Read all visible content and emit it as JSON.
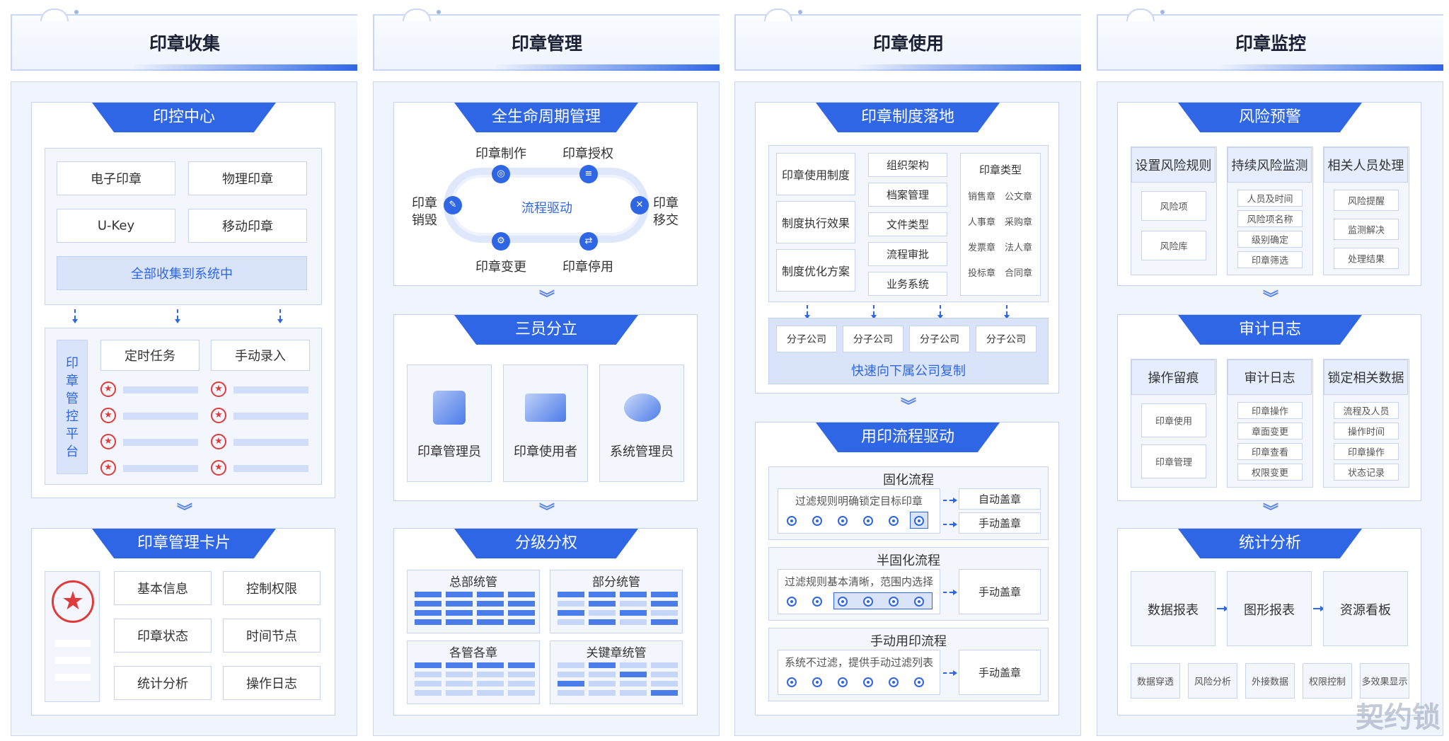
{
  "columns": [
    {
      "title": "印章收集"
    },
    {
      "title": "印章管理"
    },
    {
      "title": "印章使用"
    },
    {
      "title": "印章监控"
    }
  ],
  "c1": {
    "tab1": "印控中心",
    "seals": [
      "电子印章",
      "物理印章",
      "U-Key",
      "移动印章"
    ],
    "collect": "全部收集到系统中",
    "platform": "印章管控平台",
    "platform_chars": [
      "印",
      "章",
      "管",
      "控",
      "平",
      "台"
    ],
    "task_a": "定时任务",
    "task_b": "手动录入",
    "tab2": "印章管理卡片",
    "card_items": [
      "基本信息",
      "控制权限",
      "印章状态",
      "时间节点",
      "统计分析",
      "操作日志"
    ]
  },
  "c2": {
    "tab1": "全生命周期管理",
    "center": "流程驱动",
    "make": "印章制作",
    "auth": "印章授权",
    "destroy_a": "印章",
    "destroy_b": "销毁",
    "transfer_a": "印章",
    "transfer_b": "移交",
    "change": "印章变更",
    "stop": "印章停用",
    "tab2": "三员分立",
    "roles": [
      "印章管理员",
      "印章使用者",
      "系统管理员"
    ],
    "tab3": "分级分权",
    "tables": [
      "总部统管",
      "部分统管",
      "各管各章",
      "关键章统管"
    ]
  },
  "c3": {
    "tab1": "印章制度落地",
    "left": [
      "印章使用制度",
      "制度执行效果",
      "制度优化方案"
    ],
    "mid": [
      "组织架构",
      "档案管理",
      "文件类型",
      "流程审批",
      "业务系统"
    ],
    "type_title": "印章类型",
    "types": [
      "销售章",
      "公文章",
      "人事章",
      "采购章",
      "发票章",
      "法人章",
      "投标章",
      "合同章"
    ],
    "subs": [
      "分子公司",
      "分子公司",
      "分子公司",
      "分子公司"
    ],
    "copy": "快速向下属公司复制",
    "tab2": "用印流程驱动",
    "f1_title": "固化流程",
    "f1_desc": "过滤规则明确锁定目标印章",
    "f1_auto": "自动盖章",
    "f1_manual": "手动盖章",
    "f2_title": "半固化流程",
    "f2_desc": "过滤规则基本清晰，范围内选择",
    "f2_manual": "手动盖章",
    "f3_title": "手动用印流程",
    "f3_desc": "系统不过滤，提供手动过滤列表",
    "f3_manual": "手动盖章"
  },
  "c4": {
    "tab1": "风险预警",
    "r_heads": [
      "设置风险规则",
      "持续风险监测",
      "相关人员处理"
    ],
    "r1": [
      "风险项",
      "风险库"
    ],
    "r2": [
      "人员及时间",
      "风险项名称",
      "级别确定",
      "印章筛选"
    ],
    "r3": [
      "风险提醒",
      "监测解决",
      "处理结果"
    ],
    "tab2": "审计日志",
    "a_heads": [
      "操作留痕",
      "审计日志",
      "锁定相关数据"
    ],
    "a1": [
      "印章使用",
      "印章管理"
    ],
    "a2": [
      "印章操作",
      "章面变更",
      "印章查看",
      "权限变更"
    ],
    "a3": [
      "流程及人员",
      "操作时间",
      "印章操作",
      "状态记录"
    ],
    "tab3": "统计分析",
    "s_main": [
      "数据报表",
      "图形报表",
      "资源看板"
    ],
    "s_small": [
      "数据穿透",
      "风险分析",
      "外接数据",
      "权限控制",
      "多效果显示"
    ]
  },
  "watermark": "契约锁"
}
